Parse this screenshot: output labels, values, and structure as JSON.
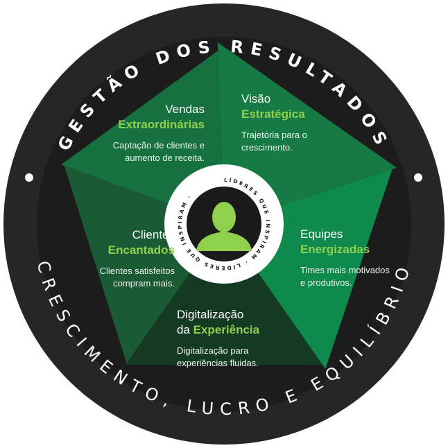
{
  "ring": {
    "top_text": "GESTÃO DOS RESULTADOS",
    "bottom_text": "CRESCIMENTO, LUCRO E EQUILÍBRIO"
  },
  "badge": {
    "text": "LÍDERES QUE INSPIRAM · LÍDERES QUE INSPIRAM ·"
  },
  "segments": [
    {
      "id": "vendas",
      "line1": "Vendas",
      "line2": "Extraordinárias",
      "desc": "Captação de clientes e aumento de receita."
    },
    {
      "id": "visao",
      "line1": "Visão",
      "line2": "Estratégica",
      "desc": "Trajetória para o crescimento."
    },
    {
      "id": "equipes",
      "line1": "Equipes",
      "line2": "Energizadas",
      "desc": "Times mais motivados e produtivos."
    },
    {
      "id": "digital",
      "line1": "Digitalização",
      "line1b": "da ",
      "line2": "Experiência",
      "desc": "Digitalização para experiências fluidas."
    },
    {
      "id": "clientes",
      "line1": "Clientes",
      "line2": "Encantados",
      "desc": "Clientes satisfeitos compram mais."
    }
  ],
  "colors": {
    "ring": "#2b2b2b",
    "accent": "#8fd14f",
    "seg_vendas": "#17703f",
    "seg_visao": "#157a43",
    "seg_equipes": "#0d8a4c",
    "seg_digital": "#143a24",
    "seg_clientes": "#1a5a34"
  }
}
